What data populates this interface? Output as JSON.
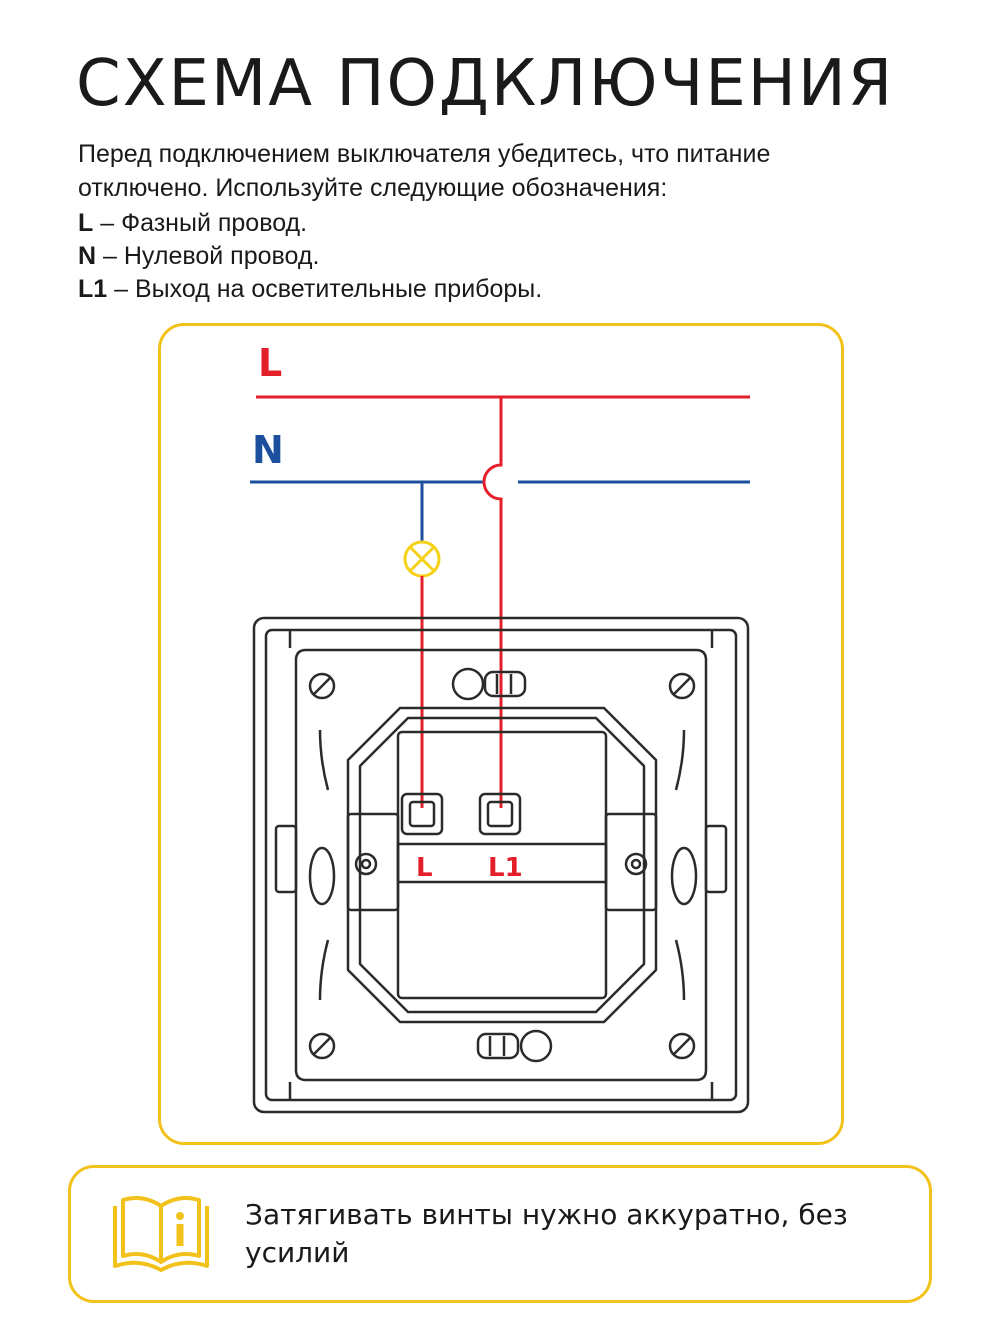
{
  "title": "СХЕМА ПОДКЛЮЧЕНИЯ",
  "intro": "Перед подключением выключателя убедитесь, что питание отключено. Используйте следующие обозначения:",
  "legend": [
    {
      "symbol": "L",
      "text": "– Фазный провод."
    },
    {
      "symbol": "N",
      "text": "– Нулевой провод."
    },
    {
      "symbol": "L1",
      "text": "– Выход на осветительные приборы."
    }
  ],
  "diagram": {
    "line_l_label": "L",
    "line_n_label": "N",
    "terminal_l_label": "L",
    "terminal_l1_label": "L1",
    "colors": {
      "phase": "#e3202a",
      "neutral": "#1d4f9f",
      "lamp": "#f7d117",
      "frame": "#2b2b2b",
      "accent": "#f2c21b"
    },
    "lamp_icon": "lamp-icon"
  },
  "note": {
    "icon": "info-book-icon",
    "text": "Затягивать винты нужно аккуратно, без усилий"
  }
}
